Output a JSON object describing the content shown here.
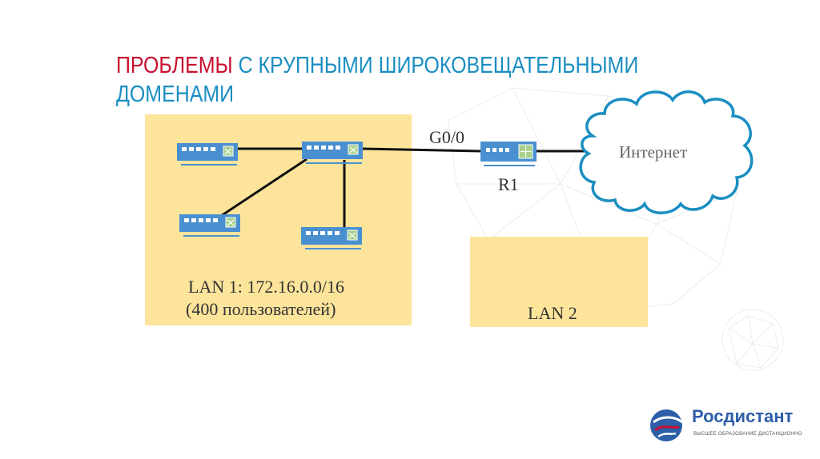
{
  "slide": {
    "title_accent": "ПРОБЛЕМЫ",
    "title_rest": " С КРУПНЫМИ ШИРОКОВЕЩАТЕЛЬНЫМИ",
    "title_line2": "ДОМЕНАМИ",
    "colors": {
      "title": "#1a8ec1",
      "accent": "#c8102e",
      "lan_fill": "#fde49b",
      "device": "#4a90d0",
      "cloud": "#1a8ec1"
    }
  },
  "diagram": {
    "lan1": {
      "label_line1": "LAN 1: 172.16.0.0/16",
      "label_line2": "(400 пользователей)"
    },
    "lan2": {
      "label": "LAN 2"
    },
    "router": {
      "name": "R1",
      "interface": "G0/0"
    },
    "internet": {
      "label": "Интернет"
    },
    "switches": [
      "switch-1",
      "switch-core",
      "switch-2",
      "switch-3"
    ]
  },
  "logo": {
    "name": "Росдистант",
    "tagline": "ВЫСШЕЕ ОБРАЗОВАНИЕ ДИСТАНЦИОННО"
  }
}
